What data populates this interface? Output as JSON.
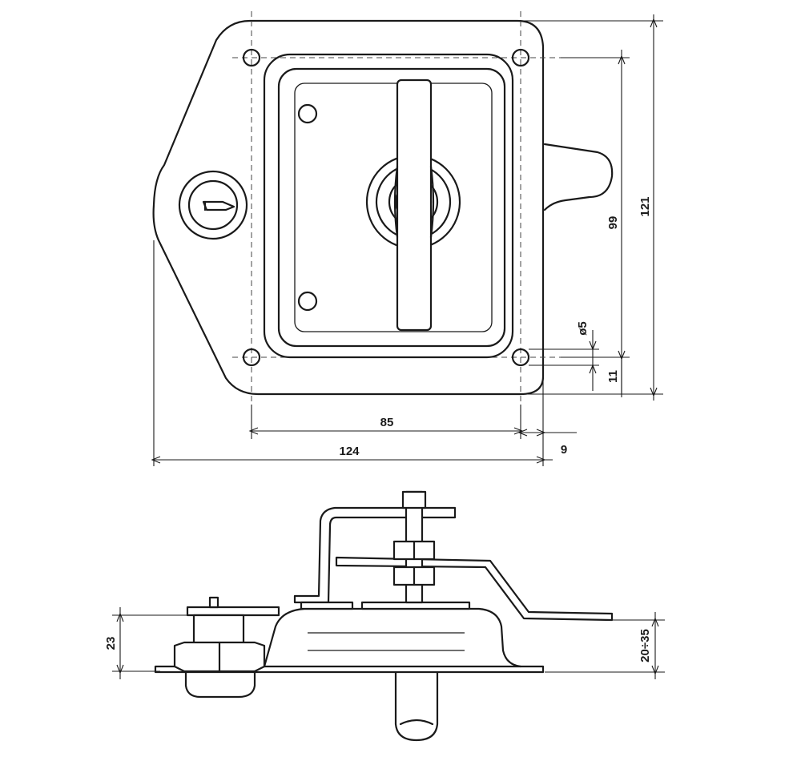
{
  "dimensions": {
    "overall_width": "124",
    "hole_spacing_horizontal": "85",
    "flange_offset": "9",
    "overall_height": "121",
    "hole_spacing_vertical": "99",
    "hole_diameter": "ø5",
    "hole_edge_offset": "11",
    "body_depth": "23",
    "door_thickness_range": "20÷35"
  }
}
